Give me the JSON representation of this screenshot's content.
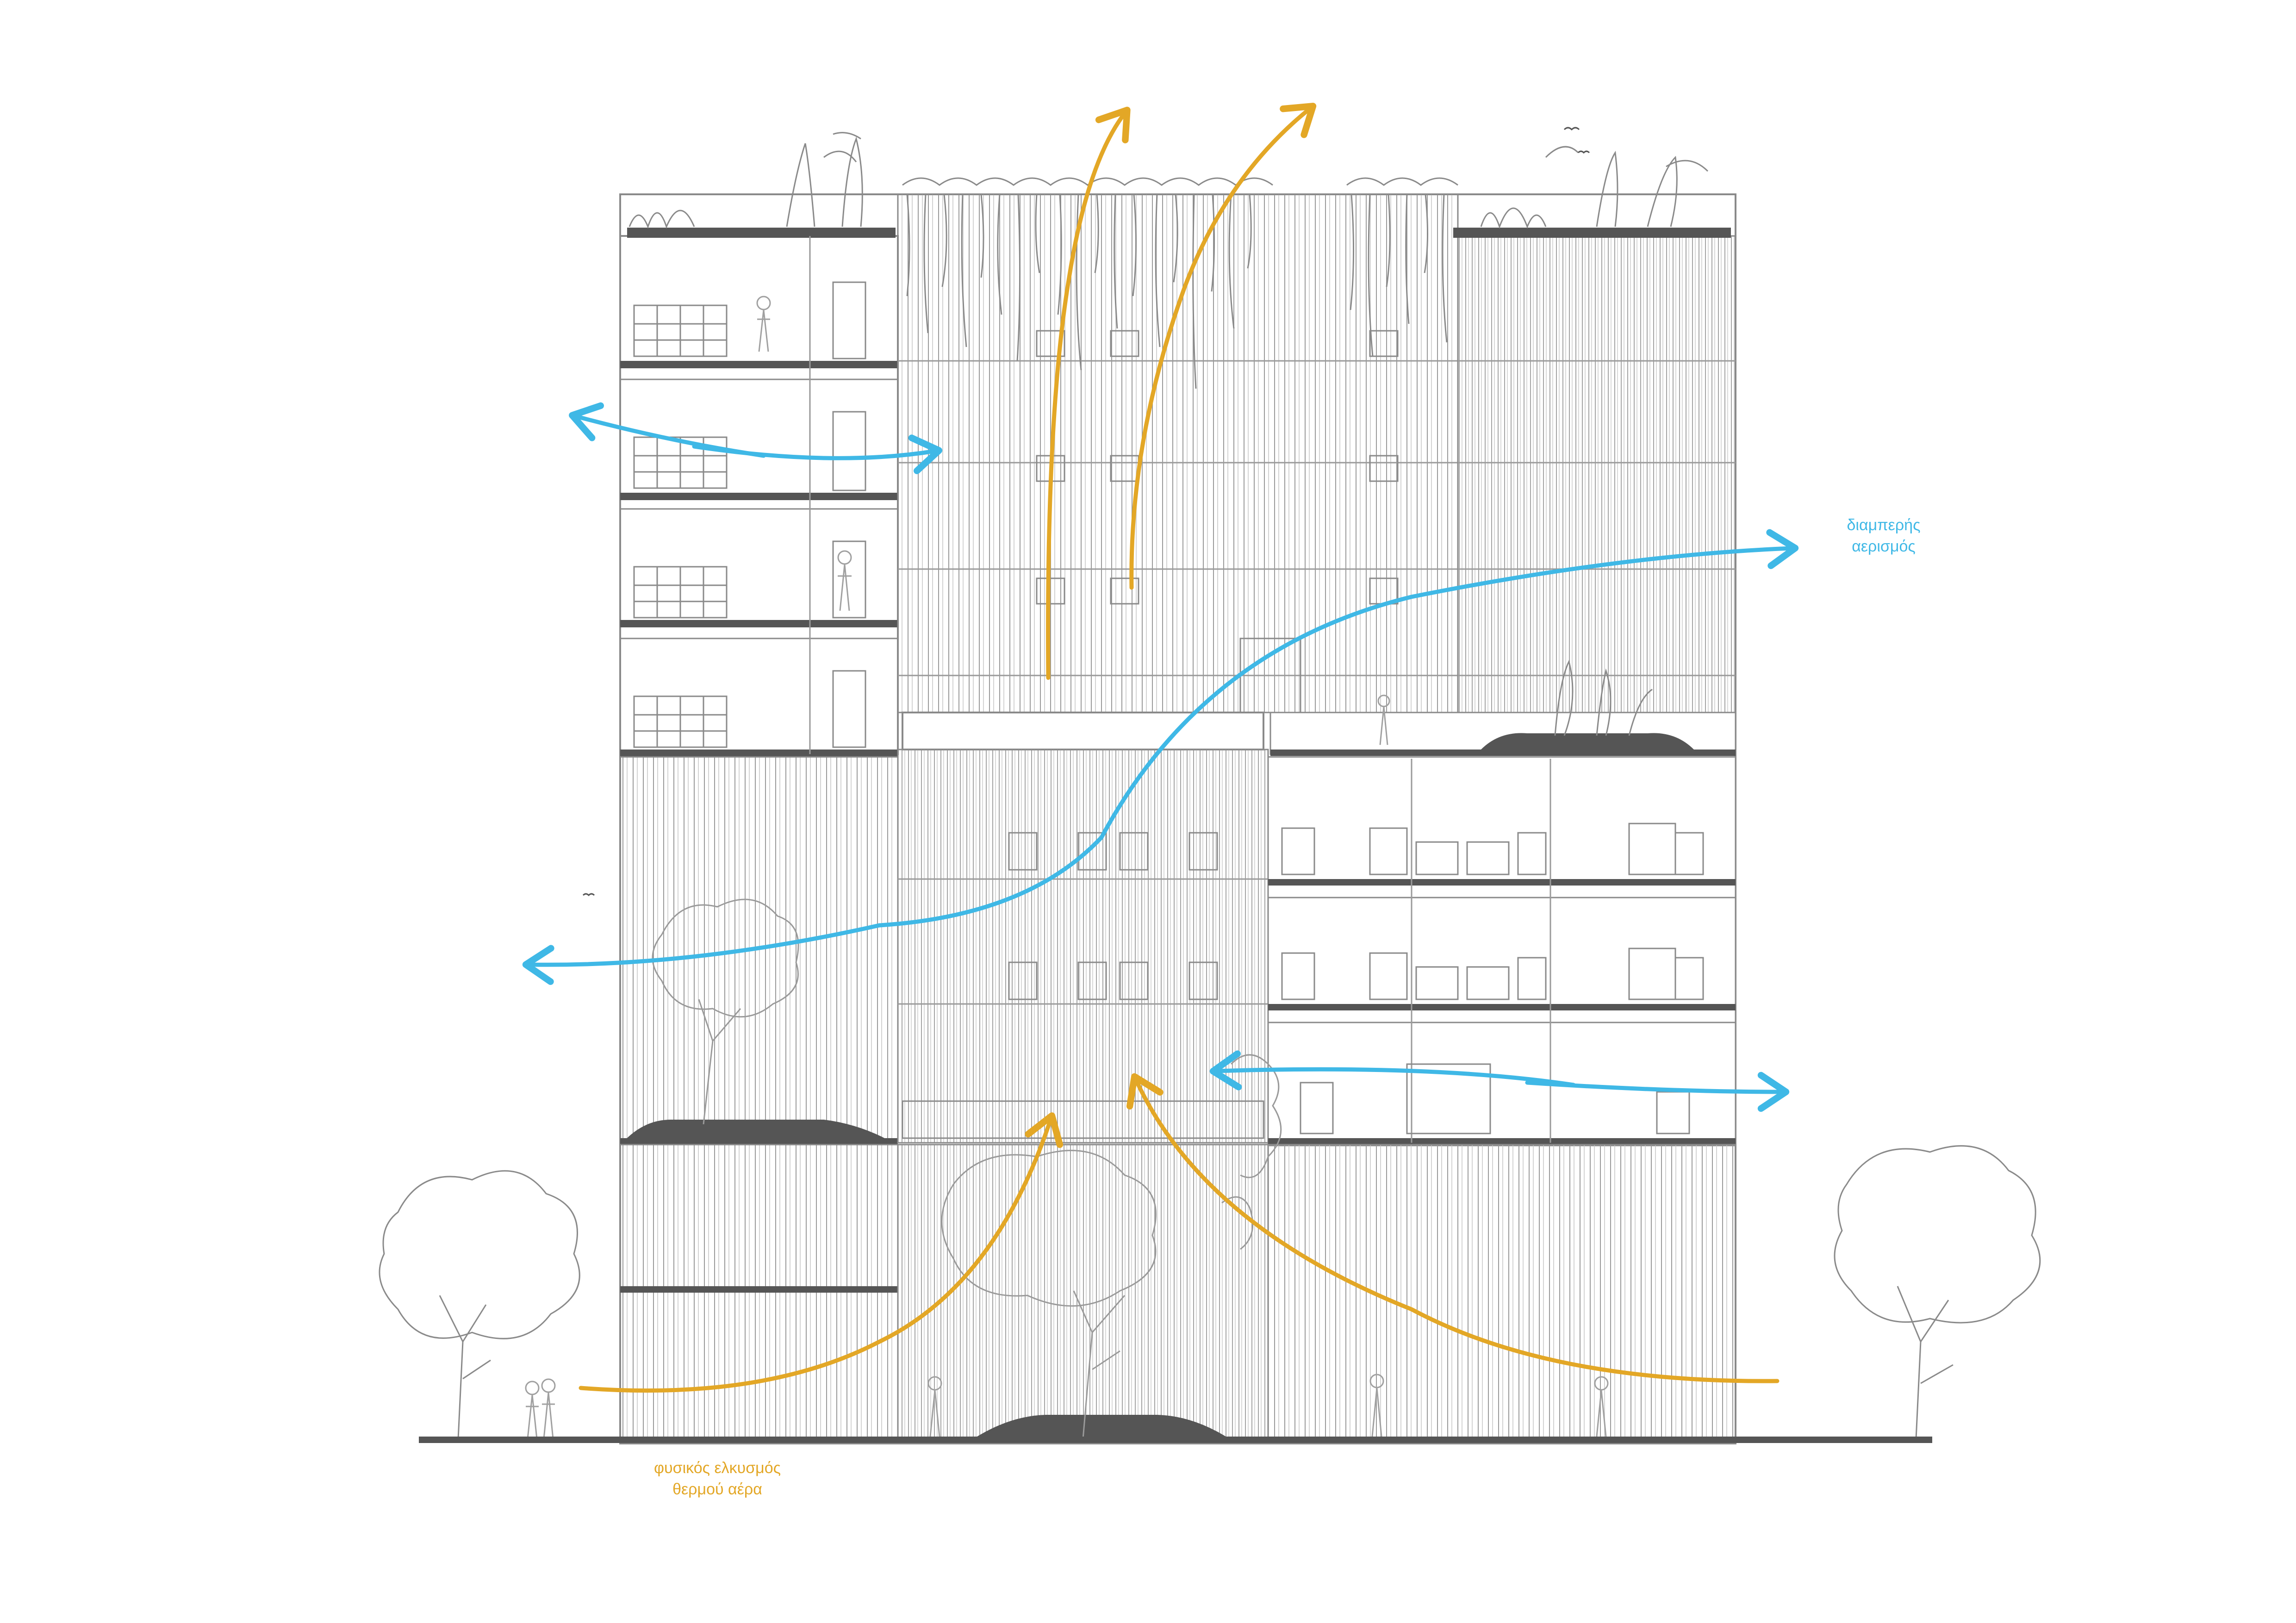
{
  "labels": {
    "cross_ventilation": {
      "line1": "διαμπερής",
      "line2": "αερισμός",
      "color": "#3fb8e6"
    },
    "stack_effect": {
      "line1": "φυσικός ελκυσμός",
      "line2": "θερμού αέρα",
      "color": "#e3a726"
    }
  },
  "colors": {
    "line": "#8a8a8a",
    "slab": "#555555",
    "ground": "#555555",
    "cross_ventilation_arrow": "#3fb8e6",
    "stack_effect_arrow": "#e3a726"
  }
}
